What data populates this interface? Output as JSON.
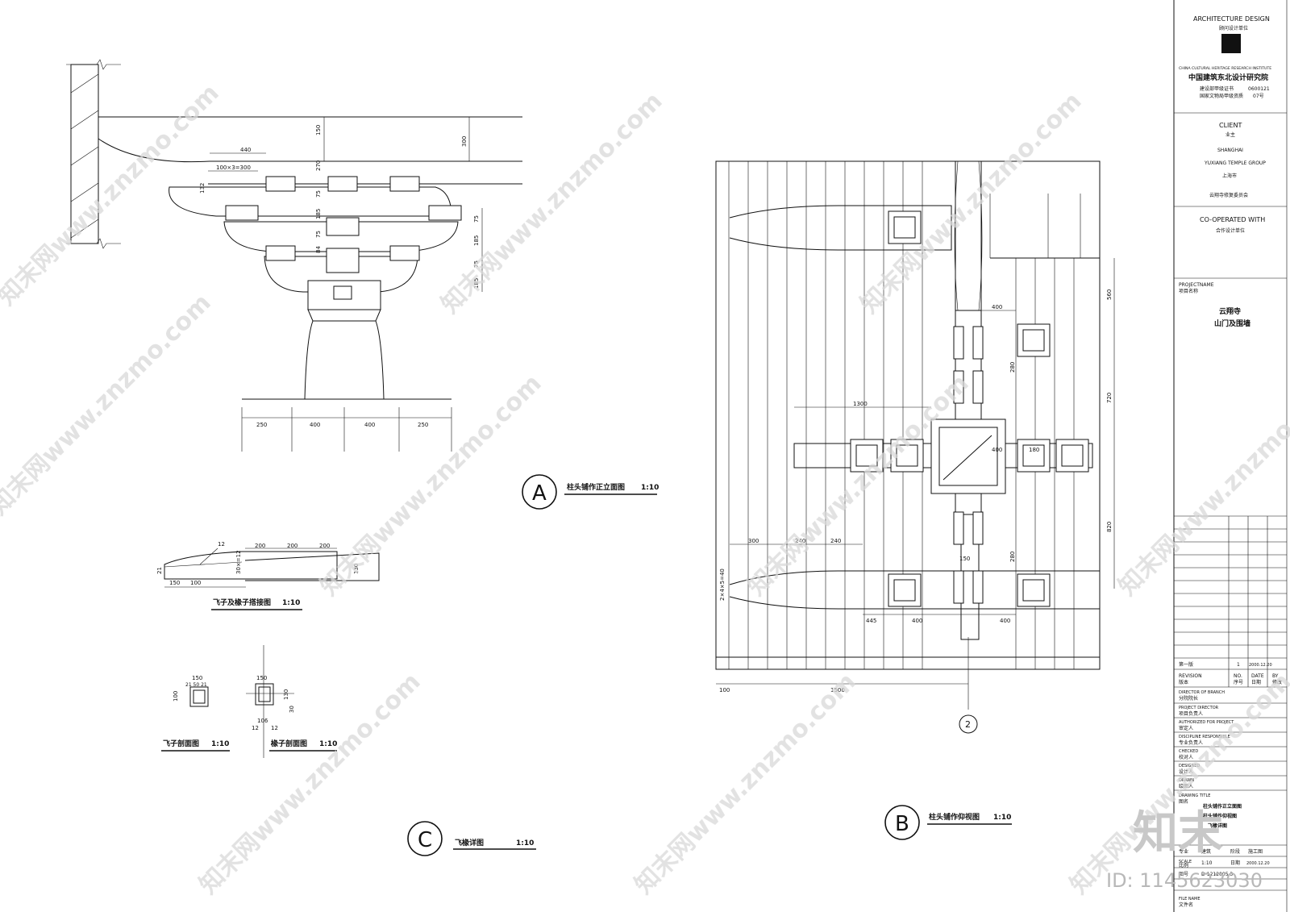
{
  "drawings": {
    "a": {
      "marker": "A",
      "title": "柱头铺作正立面图",
      "scale": "1:10",
      "dims": {
        "d150": "150",
        "d300": "300",
        "d440": "440",
        "d100x3": "100×3=300",
        "d132": "132",
        "d270": "270",
        "d75a": "75",
        "d185a": "185",
        "d75b": "75",
        "d75c": "75",
        "d84": "84",
        "d185b": "185",
        "d75d": "75",
        "d185c": "185",
        "b250a": "250",
        "b400a": "400",
        "b400b": "400",
        "b250b": "250"
      }
    },
    "b": {
      "marker": "B",
      "title": "柱头铺作仰视图",
      "scale": "1:10",
      "axis": "2",
      "dims": {
        "d400a": "400",
        "d560": "560",
        "d280a": "280",
        "d720": "720",
        "d1300": "1300",
        "d400b": "400",
        "d180": "180",
        "d820": "820",
        "d300": "300",
        "d240a": "240",
        "d240b": "240",
        "d280b": "280",
        "d150": "150",
        "d2x4": "2×4×5=40",
        "d445": "445",
        "d400c": "400",
        "d400d": "400",
        "d100": "100",
        "d1500": "1500"
      }
    },
    "c": {
      "marker": "C",
      "title": "飞椽详图",
      "scale": "1:10",
      "sub1": {
        "title": "飞子及椽子搭接图",
        "scale": "1:10"
      },
      "sub2": {
        "title": "飞子剖面图",
        "scale": "1:10"
      },
      "sub3": {
        "title": "椽子剖面图",
        "scale": "1:10"
      },
      "dims": {
        "d12": "12",
        "d200a": "200",
        "d200b": "200",
        "d200c": "200",
        "d21": "21",
        "d30x12": "30×=12",
        "d130": "130",
        "d150": "150",
        "d100": "100",
        "s150": "150",
        "s21": "21 50 21",
        "s100": "100",
        "r150": "150",
        "r12a": "12",
        "r106": "106",
        "r12b": "12",
        "r30": "30",
        "r130": "130"
      }
    }
  },
  "titleblock": {
    "firm_en": "ARCHITECTURE DESIGN",
    "firm_en_sub": "顾问设计单位",
    "firm_line": "CHINA CULTURAL HERITAGE RESEARCH INSTITUTE",
    "firm_cn": "中国建筑东北设计研究院",
    "cert_label1": "建设部甲级证书",
    "cert_value1": "0600121",
    "cert_label2": "国家文物局甲级资质",
    "cert_value2": "07号",
    "client_label": "CLIENT",
    "client_label_cn": "业主",
    "client_en1": "SHANGHAI",
    "client_en2": "YUXIANG TEMPLE GROUP",
    "client_cn1": "上海市",
    "client_cn2": "云翔寺修复委员会",
    "coop_label": "CO-OPERATED WITH",
    "coop_cn": "合作设计单位",
    "project_label": "PROJECTNAME",
    "project_label_cn": "项目名称",
    "project_name1": "云翔寺",
    "project_name2": "山门及围墙",
    "rev_row_cn": "第一版",
    "rev_no": "1",
    "rev_date": "2000.12.20",
    "rev_label": "REVISION",
    "rev_label_cn": "版本",
    "no_label": "NO.",
    "no_label_cn": "序号",
    "date_label": "DATE",
    "date_label_cn": "日期",
    "by_label": "BY",
    "by_label_cn": "修改",
    "roles": [
      {
        "en": "DIRECTOR OF BRANCH",
        "cn": "分院院长"
      },
      {
        "en": "PROJECT DIRECTOR",
        "cn": "项目负责人"
      },
      {
        "en": "AUTHORIZED FOR PROJECT",
        "cn": "审定人"
      },
      {
        "en": "DISCIPLINE RESPONSIBLE",
        "cn": "专业负责人"
      },
      {
        "en": "CHECKED",
        "cn": "校对人"
      },
      {
        "en": "DESIGNED",
        "cn": "设计人"
      },
      {
        "en": "DRAWN",
        "cn": "绘图人"
      }
    ],
    "drawing_title_label": "DRAWING TITLE",
    "drawing_title_label_cn": "图名",
    "drawing_title1": "柱头铺作正立面图",
    "drawing_title2": "柱头铺作仰视图",
    "drawing_title3": "飞椽详图",
    "discipline_label": "专业",
    "discipline_value": "建筑",
    "phase_label": "阶段",
    "phase_value": "施工图",
    "scale_label": "SCALE",
    "scale_label_cn": "比例",
    "scale_value": "1:10",
    "date2_label": "日期",
    "date2_value": "2000.12.20",
    "dwgno_label": "图号",
    "dwgno_value": "D-1212005.3",
    "file_label": "FILE NAME",
    "file_label_cn": "文件名"
  },
  "watermark": {
    "text": "知末网www.znzmo.com",
    "logo": "知末",
    "id": "ID: 1145623030"
  }
}
